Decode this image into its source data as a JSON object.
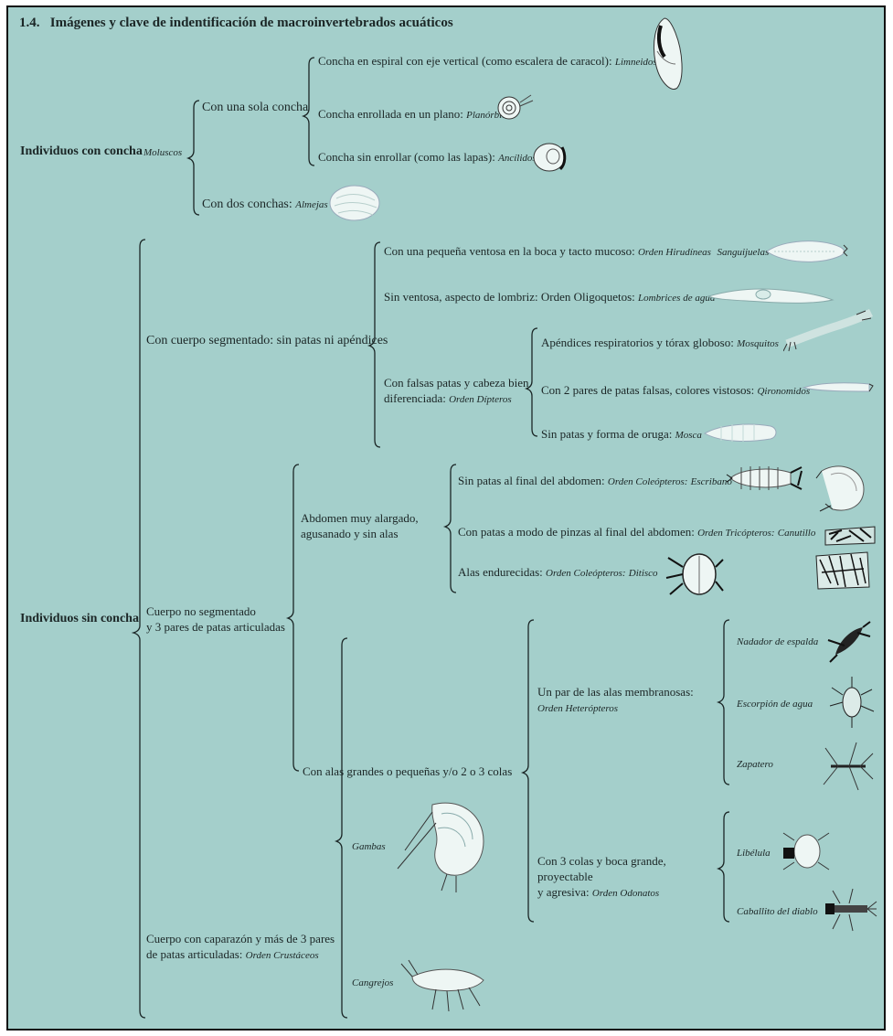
{
  "title": {
    "num": "1.4.",
    "text": "Imágenes y clave de indentificación de macroinvertebrados acuáticos"
  },
  "conConcha": {
    "label": "Individuos con concha",
    "group": "Moluscos",
    "unaSola": "Con una sola concha",
    "limneidos": {
      "text": "Concha en espiral con eje vertical (como escalera de caracol):",
      "name": "Limneidos"
    },
    "planorbidos": {
      "text": "Concha enrollada en un plano:",
      "name": "Planórbidos"
    },
    "ancilidos": {
      "text": "Concha sin enrollar (como las lapas):",
      "name": "Ancílidos"
    },
    "almejas": {
      "text": "Con dos conchas:",
      "name": "Almejas"
    }
  },
  "sinConcha": {
    "label": "Individuos sin concha",
    "segmentado": {
      "label": "Con cuerpo segmentado: sin patas ni apéndices",
      "hirudineas": {
        "text": "Con una pequeña ventosa en la boca y tacto mucoso:",
        "order": "Orden Hirudíneas",
        "name": "Sanguijuelas"
      },
      "oligoquetos": {
        "text": "Sin ventosa, aspecto de lombriz:",
        "order": "Orden Oligoquetos:",
        "name": "Lombrices de agua"
      },
      "dipteros": {
        "label1": "Con falsas patas y cabeza bien",
        "label2": "diferenciada:",
        "order": "Orden Dípteros",
        "mosquitos": {
          "text": "Apéndices  respiratorios y tórax globoso:",
          "name": "Mosquitos"
        },
        "quironomidos": {
          "text": "Con 2 pares de patas falsas, colores vistosos:",
          "name": "Qironomidos"
        },
        "mosca": {
          "text": "Sin patas y forma de oruga:",
          "name": "Mosca"
        }
      }
    },
    "noSegmentado": {
      "label1": "Cuerpo no segmentado",
      "label2": "y 3 pares de patas articuladas",
      "abdomen": {
        "label1": "Abdomen muy alargado,",
        "label2": "agusanado y sin alas",
        "escribano": {
          "text": "Sin patas al final del abdomen:",
          "order": "Orden Coleópteros:",
          "name": "Escribano"
        },
        "canutillo": {
          "text": "Con patas a modo de pinzas al final del abdomen:",
          "order": "Orden Tricópteros:",
          "name": "Canutillo"
        },
        "ditisco": {
          "text": "Alas endurecidas:",
          "order": "Orden Coleópteros:",
          "name": "Ditisco"
        }
      },
      "alas": {
        "label": "Con alas grandes o pequeñas y/o 2 o 3 colas",
        "heteropteros": {
          "label": "Un par de las alas membranosas:",
          "order": "Orden Heterópteros",
          "nadador": "Nadador de espalda",
          "escorpion": "Escorpión de agua",
          "zapatero": "Zapatero"
        },
        "odonatos": {
          "label1": "Con 3 colas y boca grande, proyectable",
          "label2": "y agresiva:",
          "order": "Orden Odonatos",
          "libelula": "Libélula",
          "caballito": "Caballito del diablo"
        }
      }
    },
    "caparazon": {
      "label1": "Cuerpo con caparazón y más de 3 pares",
      "label2": "de patas articuladas:",
      "order": "Orden Crustáceos",
      "gambas": "Gambas",
      "cangrejos": "Cangrejos"
    }
  },
  "colors": {
    "background": "#a4cfcb",
    "ink": "#1b2626",
    "illustration": "#eef6f4"
  }
}
